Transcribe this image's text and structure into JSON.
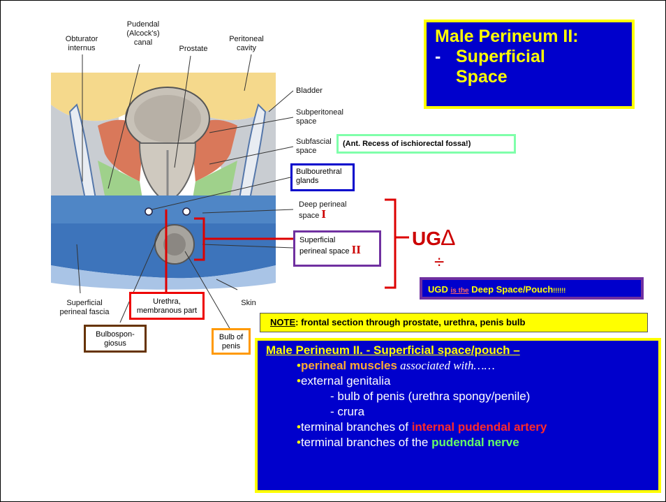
{
  "anatomy_labels": {
    "obturator": "Obturator\ninternus",
    "pudendal": "Pudendal\n(Alcock's)\ncanal",
    "prostate": "Prostate",
    "peritoneal": "Peritoneal\ncavity",
    "bladder": "Bladder",
    "subperitoneal": "Subperitoneal\nspace",
    "subfascial": "Subfascial\nspace",
    "superficial_fascia": "Superficial\nperineal fascia",
    "skin": "Skin"
  },
  "boxes": {
    "ant_recess": "(Ant. Recess of ischiorectal fossa!)",
    "bulbourethral": "Bulbourethral\nglands",
    "deep_perineal": "Deep perineal\nspace",
    "deep_roman": "I",
    "superficial_perineal": "Superficial\nperineal space",
    "superficial_roman": "II",
    "ug": "UG",
    "triangle": "∆",
    "divide": "÷",
    "urethra": "Urethra,\nmembranous part",
    "bulbospongiosus": "Bulbospon-\ngiosus",
    "bulb_penis": "Bulb of\npenis"
  },
  "title": {
    "line1": "Male Perineum II:",
    "dash": "-",
    "line2": "Superficial",
    "line3": "Space"
  },
  "ugd": {
    "a": "UGD ",
    "b": "is the",
    "c": " Deep Space/Pouch",
    "d": "!!!!!!"
  },
  "note": {
    "label": "NOTE",
    "text": ": frontal section through prostate, urethra, penis bulb"
  },
  "main": {
    "heading": "Male Perineum II. - Superficial space/pouch –",
    "bullet": "•",
    "muscles": "perineal muscles",
    "assoc": " associated with……",
    "genitalia": "external genitalia",
    "bulb": "- bulb of penis (urethra spongy/penile)",
    "crura": "- crura",
    "artery_pre": "terminal branches of ",
    "artery": "internal pudendal artery",
    "nerve_pre": "terminal branches of the ",
    "nerve": "pudendal nerve"
  },
  "colors": {
    "blue": "#0000cc",
    "yellow": "#ffff00",
    "red": "#cc0000",
    "purple": "#7030a0",
    "green_box": "#7fffaa",
    "brown": "#663300",
    "orange": "#ff9900"
  }
}
